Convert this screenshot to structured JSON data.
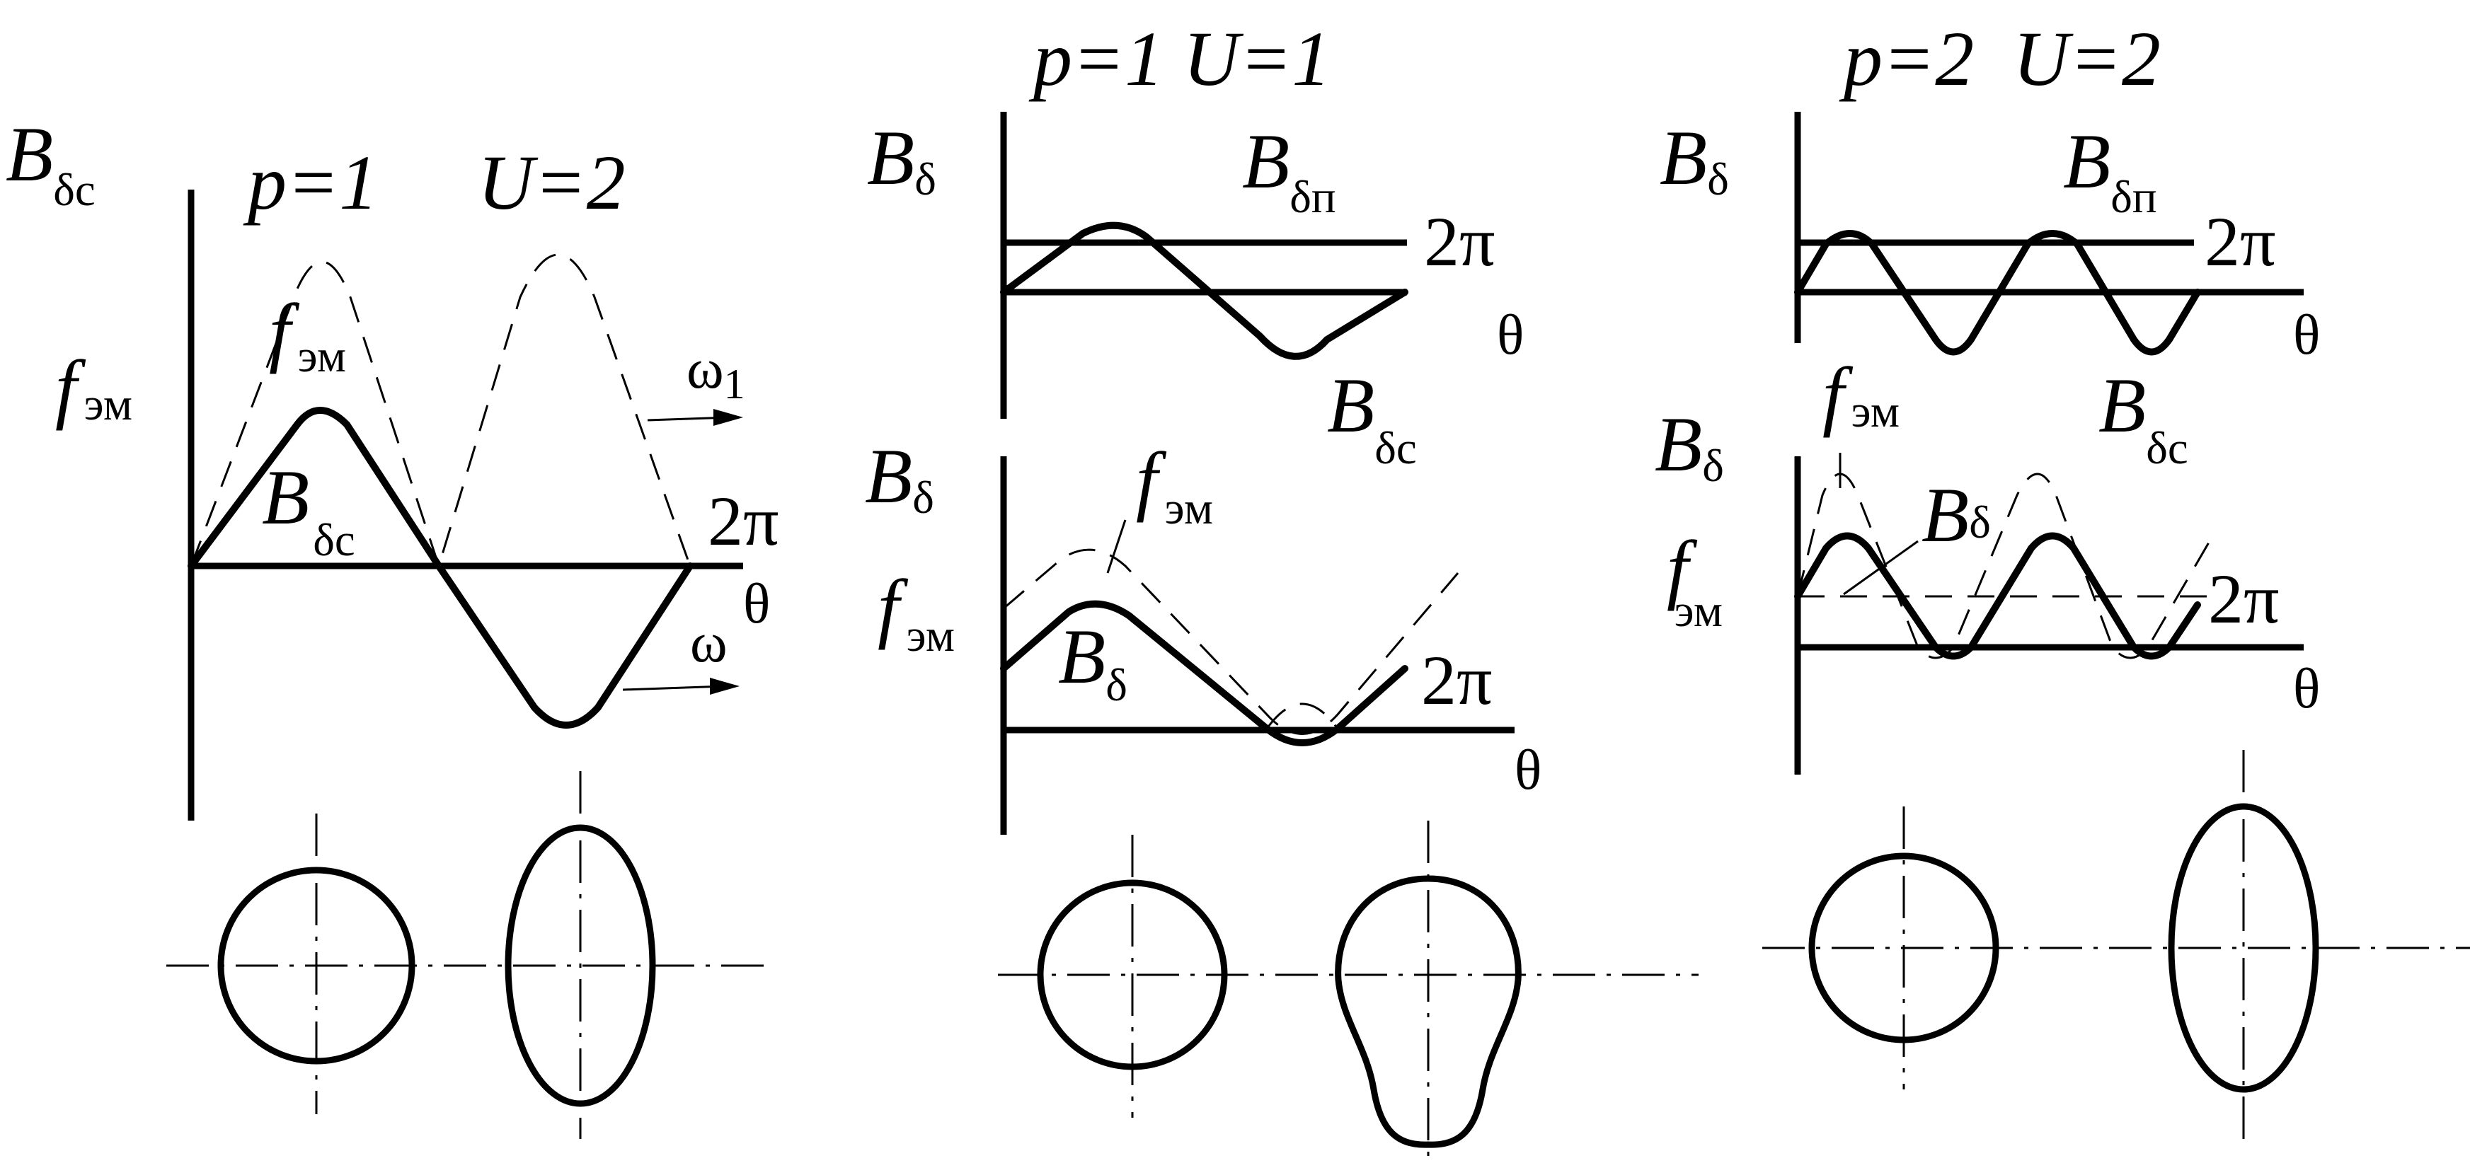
{
  "panel1": {
    "title_p": "p=1",
    "title_u": "U=2",
    "y_axis_label": {
      "main": "B",
      "sub": "δc"
    },
    "f_label_left": {
      "main": "f",
      "sub": "эм"
    },
    "f_label_curve": {
      "main": "f",
      "sub": "эм"
    },
    "b_label_curve": {
      "main": "B",
      "sub": "δc"
    },
    "omega1_label": "ω",
    "omega1_sub": "1",
    "omega_label": "ω",
    "two_pi": "2π",
    "theta": "θ"
  },
  "panel2": {
    "title": "p=1 U=1",
    "top_y_label": {
      "main": "B",
      "sub": "δ"
    },
    "top_bp_label": {
      "main": "B",
      "sub": "δп"
    },
    "top_bc_label": {
      "main": "B",
      "sub": "δc"
    },
    "top_two_pi": "2π",
    "top_theta": "θ",
    "bottom_y_label": {
      "main": "B",
      "sub": "δ"
    },
    "bottom_f_left": {
      "main": "f",
      "sub": "эм"
    },
    "bottom_f_curve": {
      "main": "f",
      "sub": "эм"
    },
    "bottom_b_curve": {
      "main": "B",
      "sub": "δ"
    },
    "bottom_two_pi": "2π",
    "bottom_theta": "θ"
  },
  "panel3": {
    "title": "p=2  U=2",
    "top_y_label": {
      "main": "B",
      "sub": "δ"
    },
    "top_bp_label": {
      "main": "B",
      "sub": "δп"
    },
    "top_bc_label": {
      "main": "B",
      "sub": "δc"
    },
    "top_two_pi": "2π",
    "top_theta": "θ",
    "top_f_label": {
      "main": "f",
      "sub": "эм"
    },
    "bottom_y_label": {
      "main": "B",
      "sub": "δ"
    },
    "bottom_b_curve": {
      "main": "B",
      "sub": "δ"
    },
    "bottom_f_left": {
      "main": "f",
      "sub": "эм"
    },
    "bottom_two_pi": "2π",
    "bottom_theta": "θ"
  }
}
